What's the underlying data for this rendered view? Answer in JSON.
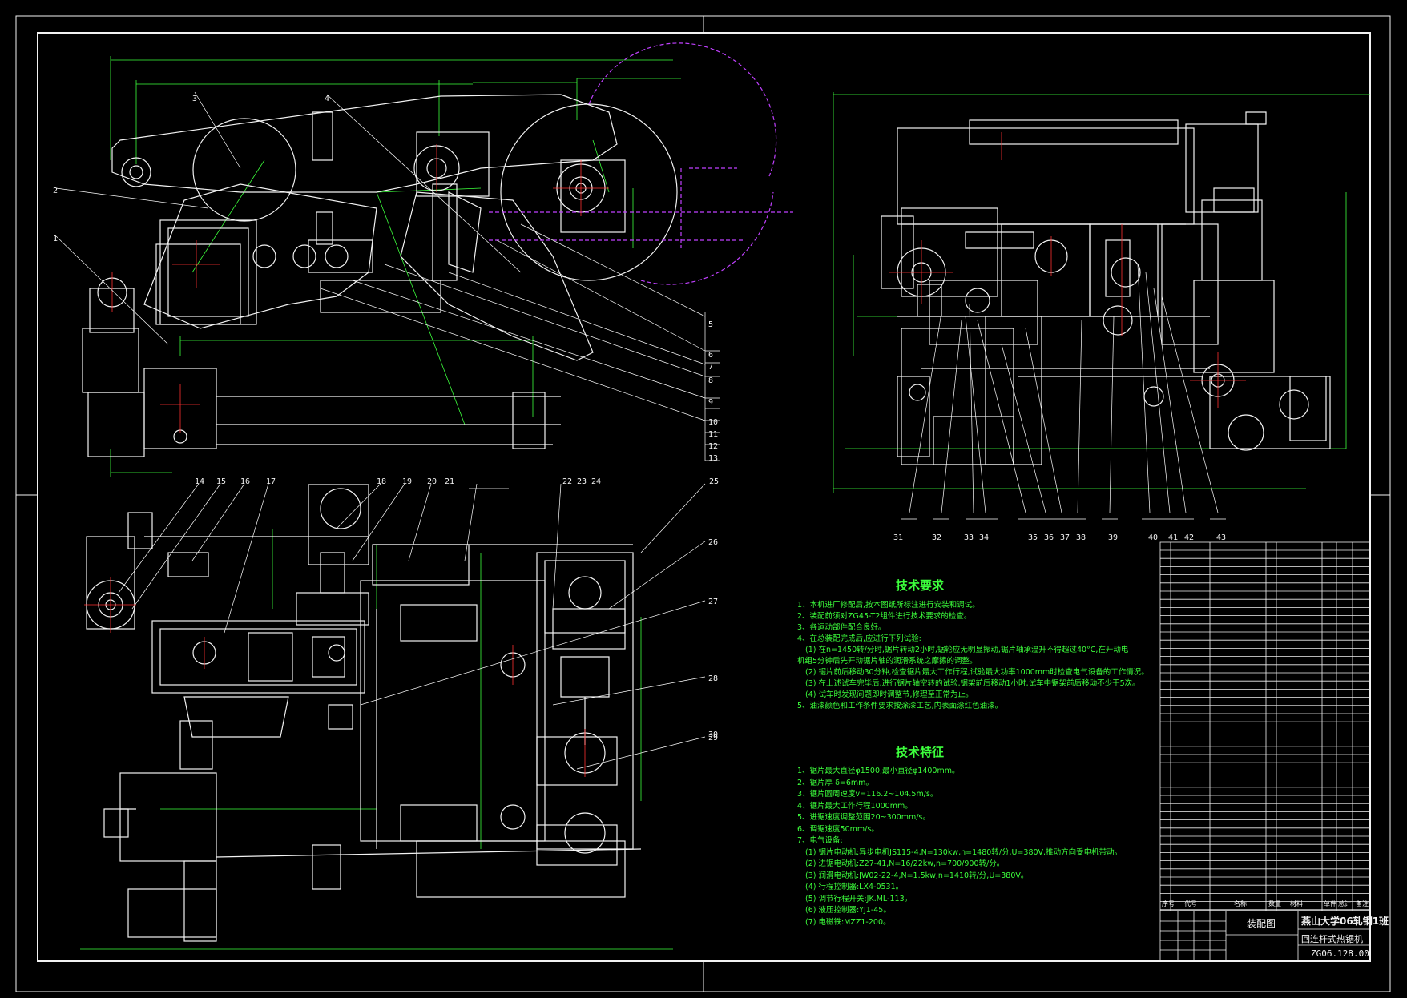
{
  "callouts": {
    "top_left": [
      "1",
      "2",
      "3",
      "4",
      "5",
      "6",
      "7",
      "8",
      "9",
      "10",
      "11",
      "12",
      "13"
    ],
    "bottom_left": [
      "14",
      "15",
      "16",
      "17",
      "18",
      "19",
      "20",
      "21",
      "22",
      "23",
      "24",
      "25",
      "26",
      "27",
      "28",
      "29",
      "30"
    ],
    "right": [
      "31",
      "32",
      "33",
      "34",
      "35",
      "36",
      "37",
      "38",
      "39",
      "40",
      "41",
      "42",
      "43"
    ]
  },
  "technical_requirements": {
    "title": "技术要求",
    "lines": [
      "1、本机进厂修配后,按本图纸所标注进行安装和调试。",
      "2、装配前须对ZG45-T2组件进行技术要求的检查。",
      "3、各运动部件配合良好。",
      "4、在总装配完成后,应进行下列试验:",
      "(1) 在n=1450转/分时,锯片转动2小时,锯轮应无明显振动,锯片轴承温升不得超过40°C,在开动电",
      "机组5分钟后先开动锯片轴的润滑系统之摩擦的调整。",
      "(2) 锯片前后移动30分钟,检查锯片最大工作行程,试验最大功率1000mm时检查电气设备的工作情况。",
      "(3) 在上述试车完毕后,进行锯片轴空转的试验,锯架前后移动1小时,试车中锯架前后移动不少于5次。",
      "(4) 试车时发现问题即时调整节,修理至正常为止。",
      "5、油漆颜色和工作条件要求按涂漆工艺,内表面涂红色油漆。"
    ]
  },
  "technical_specs": {
    "title": "技术特征",
    "lines": [
      "1、锯片最大直径φ1500,最小直径φ1400mm。",
      "2、锯片厚 δ=6mm。",
      "3、锯片圆周速度v=116.2~104.5m/s。",
      "4、锯片最大工作行程1000mm。",
      "5、进锯速度调整范围20~300mm/s。",
      "6、调锯速度50mm/s。",
      "7、电气设备:",
      "(1) 锯片电动机:异步电机JS115-4,N=130kw,n=1480转/分,U=380V,推动方向受电机带动。",
      "(2) 进锯电动机:Z27-41,N=16/22kw,n=700/900转/分。",
      "(3) 润滑电动机:JW02-22-4,N=1.5kw,n=1410转/分,U=380V。",
      "(4) 行程控制器:LX4-0531。",
      "(5) 调节行程开关:JK.ML-113。",
      "(6) 液压控制器:YJ1-45。",
      "(7) 电磁铁:MZZ1-200。"
    ]
  },
  "title_block": {
    "drawing_type": "装配图",
    "school": "燕山大学06轧钢1班",
    "machine_name": "回连杆式热锯机",
    "drawing_number": "ZG06.128.00"
  },
  "bom_footer": [
    "序号",
    "代号",
    "名称",
    "数量",
    "材料",
    "单件",
    "总计",
    "备注"
  ],
  "colors": {
    "background": "#000000",
    "line_white": "#f2f2f2",
    "dim_green": "#3cff3c",
    "center_red": "#ff3030",
    "hidden_magenta": "#c040ff",
    "leader_white": "#ffffff"
  }
}
